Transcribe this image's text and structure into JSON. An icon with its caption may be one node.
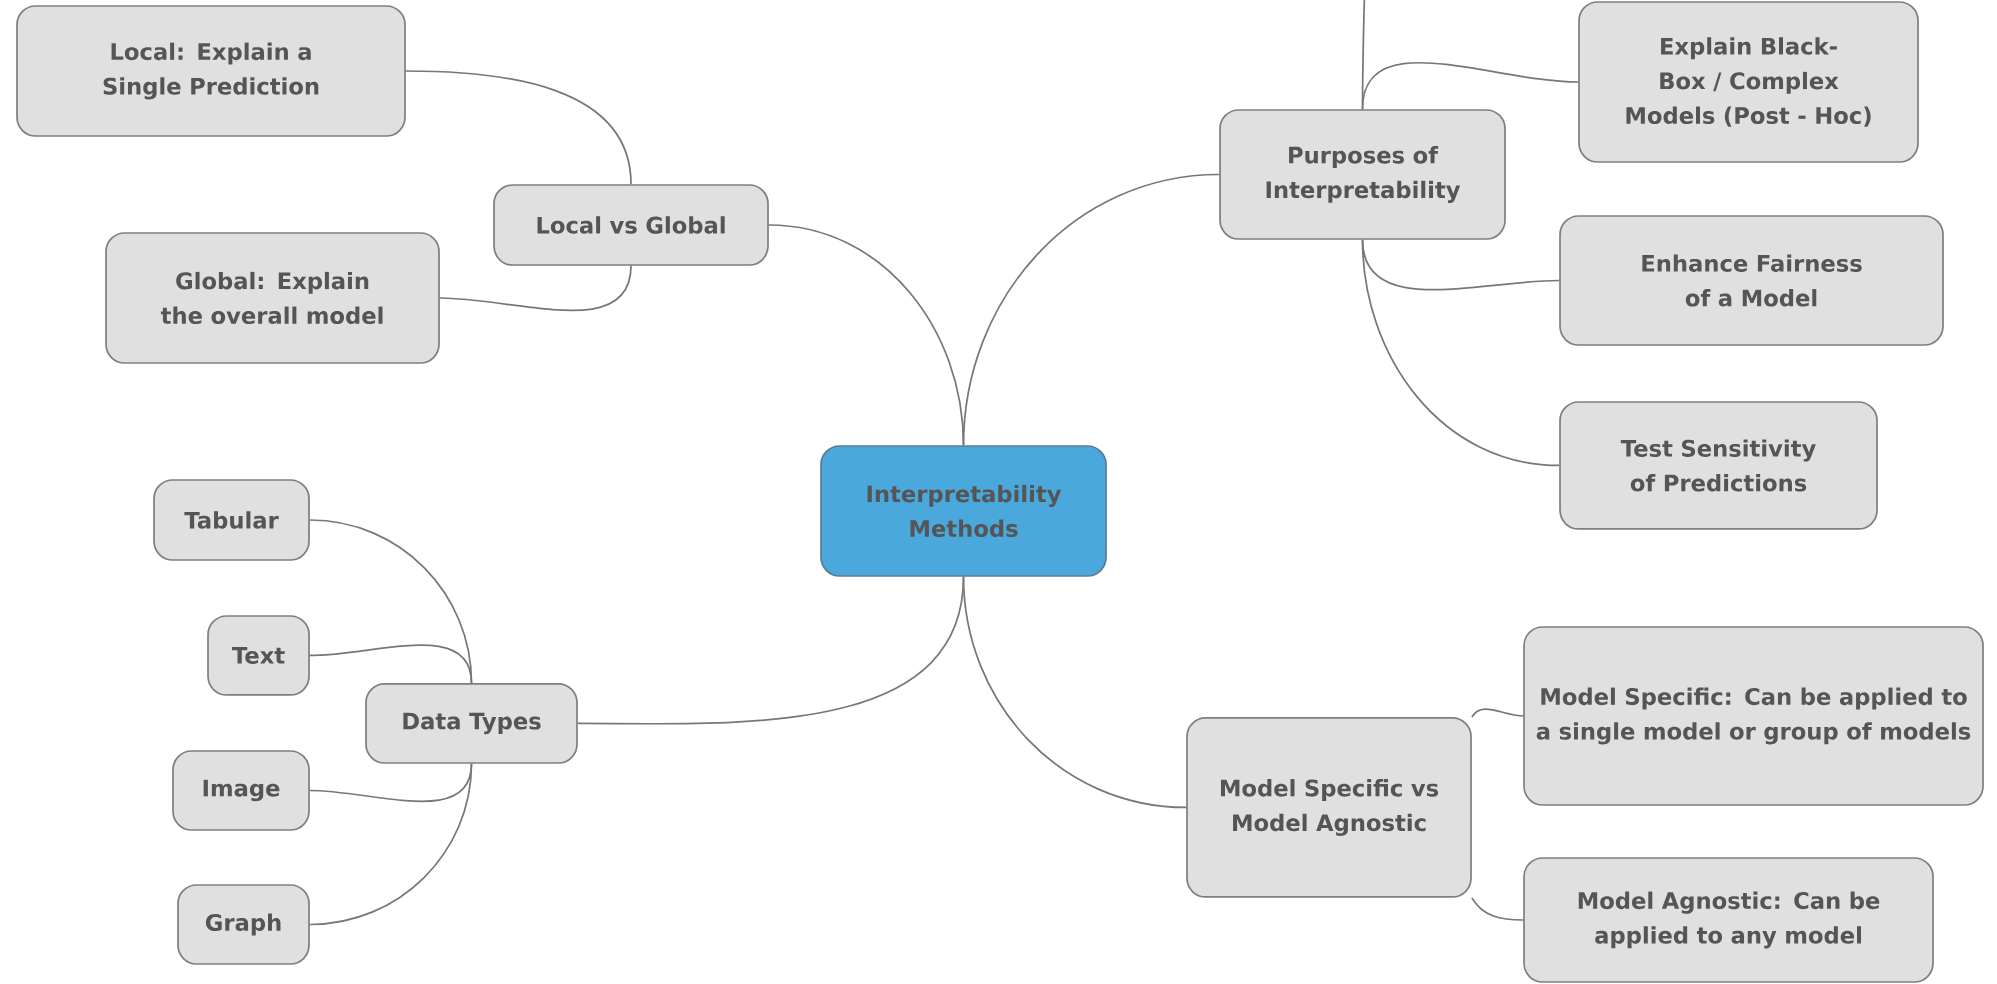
{
  "diagram": {
    "nodes": [
      {
        "text": [
          "Interpretability Methods"
        ]
      },
      {
        "text": [
          "Local vs Global"
        ]
      },
      {
        "text": [
          "Local: Explain a Single Prediction"
        ]
      },
      {
        "text": [
          "Global: Explain the overall model"
        ]
      },
      {
        "text": [
          "Purposes of Interpretability"
        ]
      },
      {
        "text": [
          "Explain Black-Box / Complex Models (Post - Hoc)"
        ]
      },
      {
        "text": [
          "Enhance Fairness of a Model"
        ]
      },
      {
        "text": [
          "Test Sensitivity of Predictions"
        ]
      },
      {
        "text": [
          "Data Types"
        ]
      },
      {
        "text": [
          "Tabular"
        ]
      },
      {
        "text": [
          "Text"
        ]
      },
      {
        "text": [
          "Image"
        ]
      },
      {
        "text": [
          "Graph"
        ]
      },
      {
        "text": [
          "Model Specific vs Model Agnostic"
        ]
      },
      {
        "text": [
          "Model Specific: Can be applied to a single model or group of models"
        ]
      },
      {
        "text": [
          "Model Agnostic: Can be applied to any model"
        ]
      }
    ],
    "edges": [
      {
        "from": 0,
        "to": 1,
        "arrow": "none"
      },
      {
        "from": 0,
        "to": 4,
        "arrow": "none"
      },
      {
        "from": 0,
        "to": 8,
        "arrow": "none"
      },
      {
        "from": 0,
        "to": 13,
        "arrow": "none"
      },
      {
        "from": 1,
        "to": 2,
        "arrow": "none"
      },
      {
        "from": 1,
        "to": 3,
        "arrow": "none"
      },
      {
        "from": 4,
        "to": null,
        "arrow": "none"
      },
      {
        "from": 4,
        "to": 5,
        "arrow": "none"
      },
      {
        "from": 4,
        "to": 6,
        "arrow": "none"
      },
      {
        "from": 4,
        "to": 7,
        "arrow": "none"
      },
      {
        "from": 8,
        "to": 9,
        "arrow": "none"
      },
      {
        "from": 8,
        "to": 10,
        "arrow": "none"
      },
      {
        "from": 8,
        "to": 11,
        "arrow": "none"
      },
      {
        "from": 8,
        "to": 12,
        "arrow": "none"
      },
      {
        "from": 13,
        "to": 14,
        "arrow": "none"
      },
      {
        "from": 13,
        "to": 15,
        "arrow": "none"
      }
    ]
  }
}
